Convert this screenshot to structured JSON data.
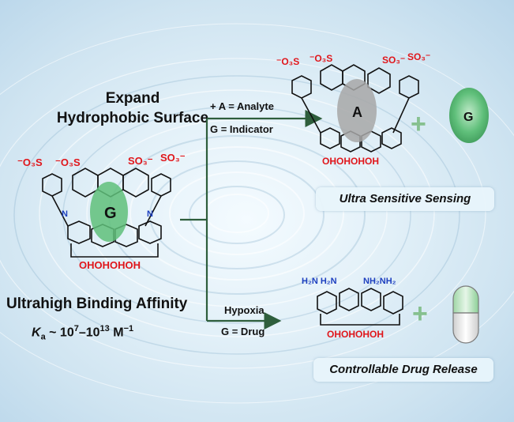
{
  "title": {
    "line1": "Expand",
    "line2": "Hydrophobic Surface"
  },
  "affinity": {
    "heading": "Ultrahigh Binding Affinity",
    "ka_symbol": "K",
    "ka_sub": "a",
    "ka_mid": " ~ 10",
    "ka_exp1": "7",
    "ka_dash": "–10",
    "ka_exp2": "13",
    "ka_unit": " M",
    "ka_unit_exp": "−1"
  },
  "upper_branch": {
    "line1": "+ A = Analyte",
    "line2": "G = Indicator"
  },
  "lower_branch": {
    "line1": "Hypoxia",
    "line2": "G = Drug"
  },
  "captions": {
    "sensing": "Ultra Sensitive Sensing",
    "release": "Controllable Drug Release"
  },
  "molecule_labels": {
    "so3_left": "⁻O₃S",
    "so3_right": "SO₃⁻",
    "oh_row": "OHOHOHOH",
    "oh_row_short": "OHOHOHOH",
    "nh2_pair": "H₂N H₂N",
    "nh2_pair_right": "NH₂NH₂",
    "azo_n": "N",
    "guest_G": "G",
    "guest_A": "A",
    "free_G": "G"
  },
  "operators": {
    "plus": "+"
  },
  "colors": {
    "arrow": "#2e5e3c",
    "guest_green": "#5fbf7a",
    "analyte_gray": "#a7a7a7",
    "so3_red": "#e0161b",
    "azo_blue": "#1d3fbf",
    "plus_green": "#86c08f"
  }
}
